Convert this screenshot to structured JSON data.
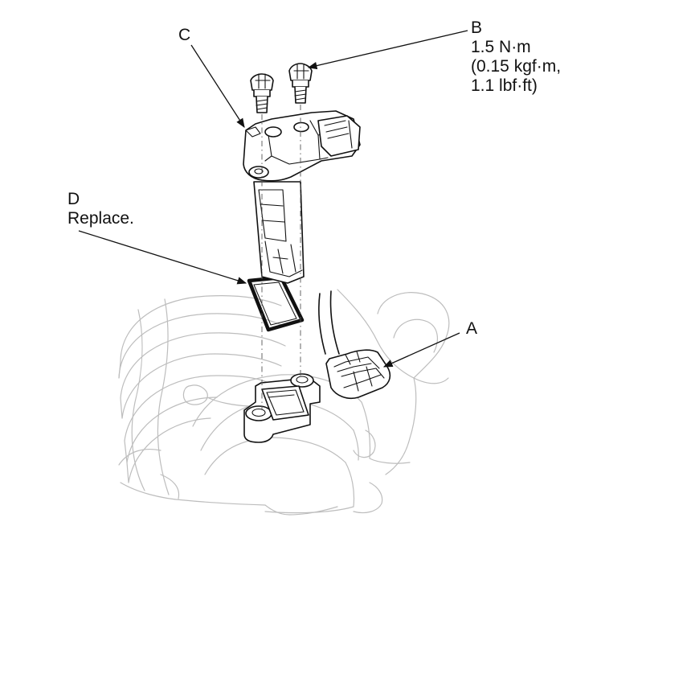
{
  "callouts": {
    "a": {
      "letter": "A"
    },
    "b": {
      "letter": "B",
      "torque_line1": "1.5 N·m",
      "torque_line2": "(0.15 kgf·m,",
      "torque_line3": "1.1 lbf·ft)"
    },
    "c": {
      "letter": "C"
    },
    "d": {
      "letter": "D",
      "note": "Replace."
    }
  },
  "colors": {
    "line": "#111111",
    "ghost_line": "#bdbdbd",
    "background": "#ffffff"
  }
}
